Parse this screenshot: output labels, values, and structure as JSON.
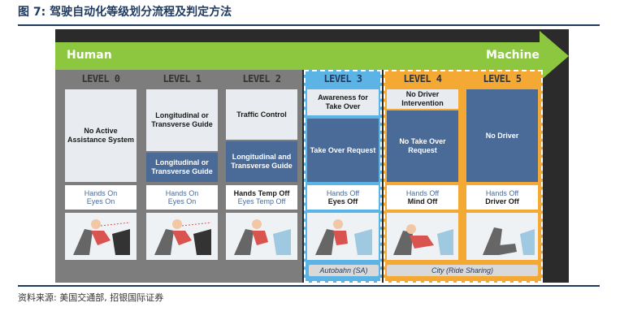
{
  "figure_title": "图 7: 驾驶自动化等级划分流程及判定方法",
  "source": "资料来源: 美国交通部, 招银国际证券",
  "arrow": {
    "left_label": "Human",
    "right_label": "Machine"
  },
  "levels": [
    {
      "label": "LEVEL 0",
      "top": "No Active Assistance System",
      "bottom": "",
      "status_line1": "Hands On",
      "status_line2": "Eyes On",
      "status_bold": false
    },
    {
      "label": "LEVEL 1",
      "top": "Longitudinal or Transverse Guide",
      "bottom": "Longitudinal or Transverse Guide",
      "status_line1": "Hands On",
      "status_line2": "Eyes On",
      "status_bold": false
    },
    {
      "label": "LEVEL 2",
      "top": "Traffic Control",
      "bottom": "Longitudinal and Transverse Guide",
      "status_line1": "Hands Temp Off",
      "status_line2": "Eyes Temp Off",
      "status_bold": false
    },
    {
      "label": "LEVEL 3",
      "top": "Awareness for Take Over",
      "bottom": "Take Over Request",
      "status_line1": "Hands Off",
      "status_line2": "Eyes Off",
      "status_bold": true
    },
    {
      "label": "LEVEL 4",
      "top": "No Driver Intervention",
      "bottom": "No Take Over Request",
      "status_line1": "Hands Off",
      "status_line2": "Mind Off",
      "status_bold": true
    },
    {
      "label": "LEVEL 5",
      "top": "",
      "bottom": "No Driver",
      "status_line1": "Hands Off",
      "status_line2": "Driver Off",
      "status_bold": true
    }
  ],
  "zones": {
    "autobahn": "Autobahn (SA)",
    "city": "City (Ride Sharing)"
  },
  "colors": {
    "arrow": "#8dc63f",
    "gray_group": "#7d7d7d",
    "blue_group": "#5bb4e5",
    "orange_group": "#f4a934",
    "dark_box": "#4a6a97",
    "title": "#1f3a5f"
  }
}
